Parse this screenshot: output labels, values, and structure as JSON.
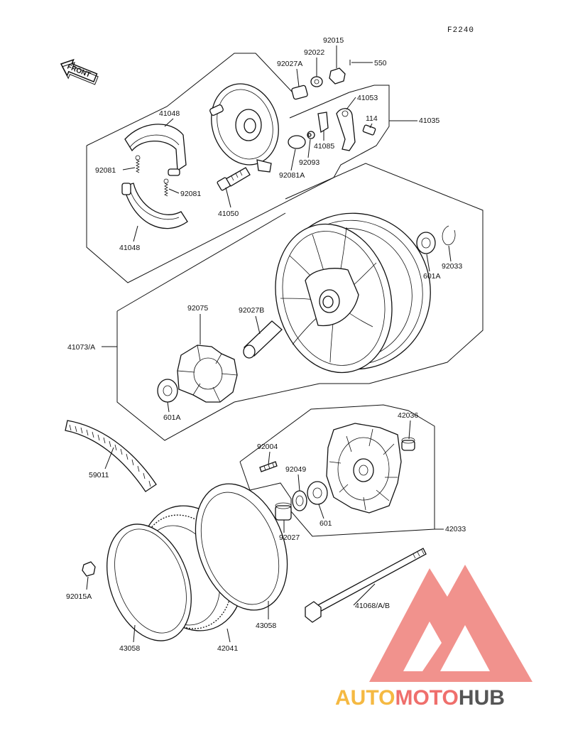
{
  "figure_code": "F2240",
  "front_label": "FRONT",
  "parts": {
    "p92015": "92015",
    "p92022": "92022",
    "p92027A": "92027A",
    "p550": "550",
    "p41053": "41053",
    "p114": "114",
    "p41035": "41035",
    "p41048a": "41048",
    "p92081a": "92081",
    "p92081b": "92081",
    "p41048b": "41048",
    "p41050": "41050",
    "p41085": "41085",
    "p92093": "92093",
    "p92081A": "92081A",
    "p92033": "92033",
    "p601Aa": "601A",
    "p92075": "92075",
    "p92027B": "92027B",
    "p41073A": "41073/A",
    "p601Ab": "601A",
    "p42036": "42036",
    "p92004": "92004",
    "p92049": "92049",
    "p59011": "59011",
    "p601": "601",
    "p92027": "92027",
    "p42033": "42033",
    "p92015A": "92015A",
    "p41068": "41068/A/B",
    "p43058a": "43058",
    "p43058b": "43058",
    "p42041": "42041"
  },
  "watermark": {
    "part1": "AUTO",
    "part2": "MOTO",
    "part3": "HUB",
    "color1": "#f5b942",
    "color2": "#ef6f6c",
    "color3": "#555555"
  }
}
